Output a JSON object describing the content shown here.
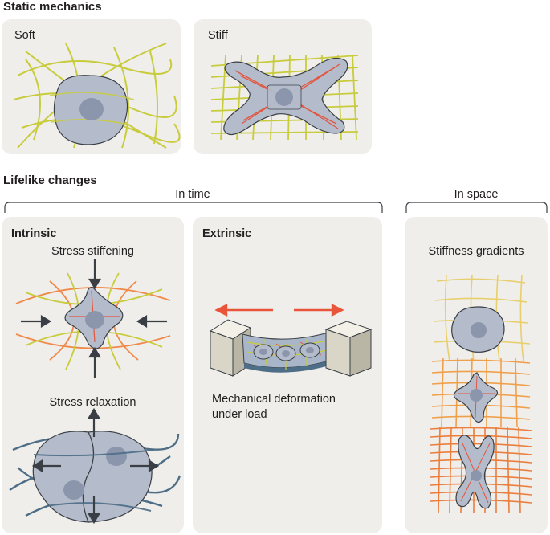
{
  "sections": {
    "static": {
      "heading": "Static mechanics",
      "soft_label": "Soft",
      "stiff_label": "Stiff"
    },
    "lifelike": {
      "heading": "Lifelike changes",
      "in_time_label": "In time",
      "in_space_label": "In space",
      "intrinsic": {
        "title": "Intrinsic",
        "stress_stiffening": "Stress stiffening",
        "stress_relaxation": "Stress relaxation"
      },
      "extrinsic": {
        "title": "Extrinsic",
        "caption_line1": "Mechanical deformation",
        "caption_line2": "under load"
      },
      "space": {
        "title": "Stiffness gradients"
      }
    }
  },
  "colors": {
    "panel_bg": "#efeeea",
    "fiber_yellow": "#c8cc3c",
    "fiber_orange": "#f08a4b",
    "fiber_blue": "#4e6d87",
    "cell_fill": "#b4bccb",
    "nucleus": "#8b96ad",
    "stress_fiber_red": "#e2553f",
    "arrow_dark": "#3a3f45",
    "arrow_red": "#e9553a"
  }
}
